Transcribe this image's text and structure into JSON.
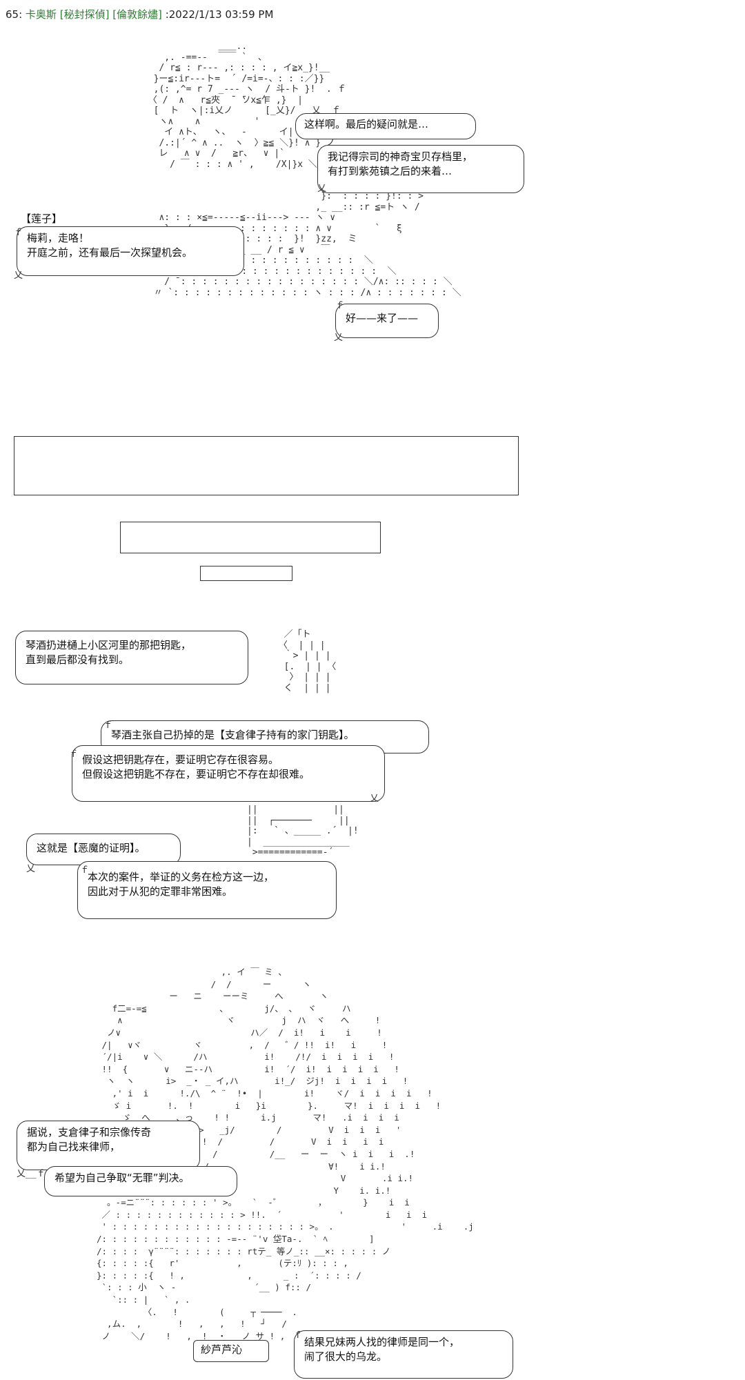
{
  "header": {
    "post_no": "65:",
    "author": "卡奥斯",
    "tags": "[秘封探偵] [倫敦餘燼]",
    "datetime": ":2022/1/13 03:59 PM"
  },
  "speaker_tag": "【莲子】",
  "bubbles": {
    "b1": [
      "这样啊。最后的疑问就是…"
    ],
    "b2": [
      "我记得宗司的神奇宝贝存档里，",
      "有打到紫苑镇之后的来着…"
    ],
    "b3": [
      "梅莉，走咯！",
      "开庭之前，还有最后一次探望机会。"
    ],
    "b4": [
      "好——来了——"
    ],
    "b5": [
      "琴酒扔进樋上小区河里的那把钥匙，",
      "直到最后都没有找到。"
    ],
    "b6": [
      "琴酒主张自己扔掉的是【支倉律子持有的家门钥匙】。"
    ],
    "b7": [
      "假设这把钥匙存在，要证明它存在很容易。",
      "但假设这把钥匙不存在，要证明它不存在却很难。"
    ],
    "b8": [
      "这就是【恶魔的证明】。"
    ],
    "b9": [
      "本次的案件，举证的义务在检方这一边，",
      "因此对于从犯的定罪非常困难。"
    ],
    "b10": [
      "据说，支倉律子和宗像传奇",
      "都为自己找来律师，"
    ],
    "b11": [
      "希望为自己争取“无罪”判决。"
    ],
    "b12": [
      "结果兄妹两人找的律师是同一个，",
      "闹了很大的乌龙。"
    ]
  },
  "ascii": {
    "a1": "                    ＿＿..\n          ,. -==-‐  ￣￣ `  、\n         / r≦ : r‐-- ,: : : : , イ≧x_}!__\n        }ー≦:ir‐-‐ト=  ´ /=i=-、: : :／}}\n        ,(: ,^= r 7 _‐-‐ ヽ  / 斗‐ト }!  . ｆ\n       〈 /  ∧   r≦夾  ̄  ̄ソx≦乍 ,}  |\n        [  ト  ヽ|:i乂ノ      [_乂}/   乂__ｆ\n         ヽ∧    ∧          '        /!ヽ |\n          イ ∧ト、  ヽ、  -      イ|     |\n         /.:|´ ^ ∧ ..  ヽ  〉≧≦ ＼}! ∧ }_ノ\n         レ   ∧ ∨  /   ≧r、  ∨ |`\n           / ￣ : : : ∧ ' ,    /X|}x ＼}: : : : ヽ\n                                      ヽ  ヽ: : : ∨ : }\n                                       |  ＼ }:  ∨ : >\n                                       }:  : : : : }!: : >\n                                      ,_ __:: :r ≦=ト ヽ /\n         ∧: : : ×≦=‐-‐-‐≦-‐ii‐-‐> ‐‐‐ ヽ ∨\n          } : / : : : : : : : : : : : ∧ ∨        `   ξ\n          ∨: : : : : : : : : : :  }!  }zz,  ミ\n           ∨: ___________ __ / r ≦ ∨   ￣\n             ∧: : : : : : : : : : : : : : : :  ＼\n            /  : ：ヾ: : : : : : : : : : : : : : :  ＼\n          / ̄ : : : : : : : : : : : : : : : : : ＼/∧: :: : : : ＼\n        〃 `: : : : : : : : : : : : : ヽ : : : /∧ : : : : : : : ＼",
    "a2": "  ／「ト\n 〈  | | |\n  ｀> | | |\n  [.  | | 〈\n   〉 | | |\n  く  | | |",
    "a3": "||              ||\n||  ┌───────     ||\n|:   ` 、_____ .´  |!\n|  ________________\n >============-´",
    "a4": "                        ,. イ ￣ ミ 、\n                      /  /      ー      ヽ\n              ー   ニ    ーーミ     へ       ヽ\n   f二=‐=≦              、       j/、 、  ヾ     ハ\n    ∧                    ヾ         j  ハ  ヾ   へ     !\n  ノ∨                         ハ／  /  i!   i    i     !\n /|   ∨ヾ          ヾ         ,  /   ゛/ !!  i!   i     !\n ´/|i    ∨ ＼      /ハ           i!    /!/  i  i  i  i   !\n !!  {       ∨   ニ‐‐ハ          i!  ´/  i!  i  i  i  i   !\n  ヽ  ヽ      i>  _・ _ イ,ハ       i!_/  ジj!  i  i  i  i   !\n   ,' i  i      !./\\  ^ ¨  !•  |        i!    ヾ/  i  i  i  i   !\n   ゞ i       !.  !        i   }i        }.     マ!  i  i  i  i   !\n     ゞ  へ     、っ    ! !      i.j       マ!   .i  i  i  i\n         ヽ   >     >   _j/        /         V  i  i  i   '\n         ＼  ＼  .!  !  /         /       V  i  i   i  i\n           ＼   ＼  !  /          /__   ー  ー  ヽ i  i   i  .!\n              ＼  ! ./                       ∀!    i i.!\n                  ./ .j/                       V       .i i.!\n   。-=ニ==;;¨¨'>。  ＼    >                   Y    i. i.!\n  。‐=ニ¨¨¨: : : : : : ' >。   `  ‐゛       ，       }    i  i\n ／ : : : : : : : : : : : : > !!.  ´           '        i   i  i\n ' : : : : : : : : : : : : : : : : : : : >。 .             '     .i    .j\n/: : : : : : : : : : : : ‐=-- ¨'v 垈Ta-.  ` ﾍ        ]\n/: : : :  γ¨¨¨¨: : : : : : : rtテ_ 等ノ_:: __×: : : : : ノ\n{: : : : :{   r'           ,       (テ:ﾘ ): : : ,\n}: : : : :{   ! ,            ,      _ :  ´: : : : /\n `: : : 小  ヽ -               ´__ ) f:: /\n   `:: : |   ` , .\n         〈.   !        (     ┬ ────  .\n  ,ム.  ,       !   ,   ,   !   ┘   /\n ノ    ＼/    !   ,  !  ・   ノ サ ! ,"
  },
  "marks": {
    "m1": "ｆ",
    "m2": "ｆ",
    "m3": "ｆ",
    "m4": "ｆ",
    "m5": "ｆ",
    "m6": "乂",
    "m7": "乂",
    "m8": "乂",
    "m9": "乂",
    "m10": "乂",
    "m11": "乂__ｆ",
    "m12": "f",
    "m13": "乂"
  },
  "small_box_text": "紗芦芦沁"
}
